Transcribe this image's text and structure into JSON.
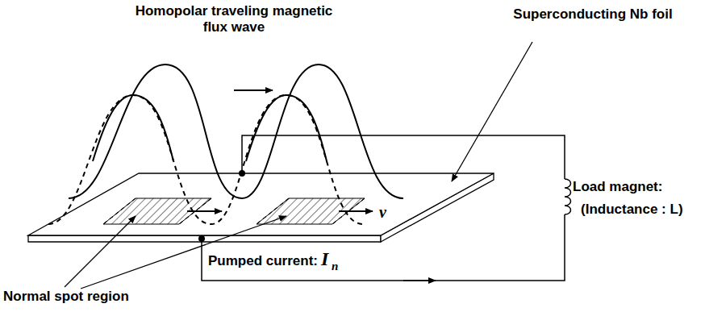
{
  "diagram": {
    "labels": [
      "Homopolar traveling magnetic flux wave",
      "Superconducting Nb foil",
      "Load magnet:",
      "(Inductance : L)",
      "v",
      "Pumped current:",
      "I",
      "n",
      "Normal spot region"
    ]
  }
}
